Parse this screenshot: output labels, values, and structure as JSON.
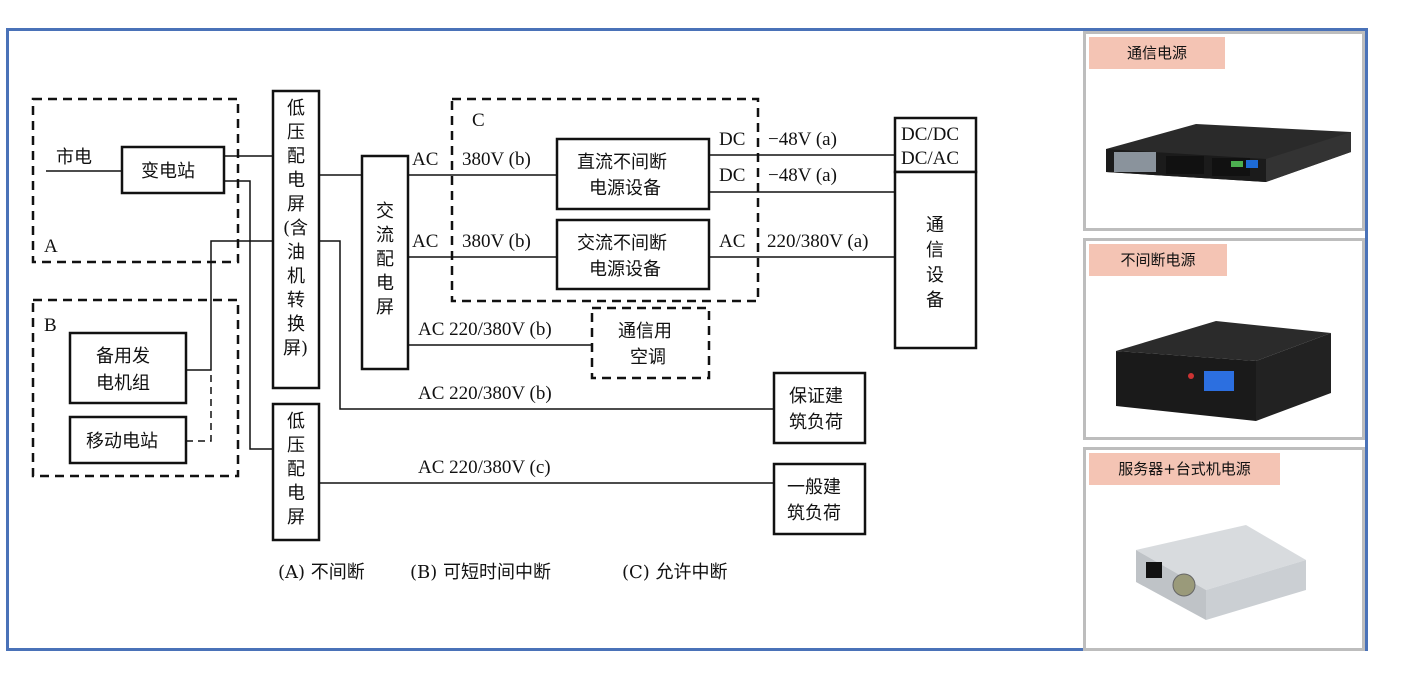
{
  "diagram": {
    "zones": {
      "A": {
        "label": "A"
      },
      "B": {
        "label": "B"
      },
      "C": {
        "label": "C"
      }
    },
    "nodes": {
      "mains": "市电",
      "substation": "变电站",
      "lv_panel_main": [
        "低",
        "压",
        "配",
        "电",
        "屏",
        "(含",
        "油",
        "机",
        "转",
        "换",
        "屏)"
      ],
      "lv_panel_2": [
        "低",
        "压",
        "配",
        "电",
        "屏"
      ],
      "backup_gen": [
        "备用发",
        "电机组"
      ],
      "mobile_station": "移动电站",
      "ac_panel": [
        "交",
        "流",
        "配",
        "电",
        "屏"
      ],
      "dc_ups": [
        "直流不间断",
        "电源设备"
      ],
      "ac_ups": [
        "交流不间断",
        "电源设备"
      ],
      "comm_ac": [
        "通信用",
        "空调"
      ],
      "converter": [
        "DC/DC",
        "DC/AC"
      ],
      "comm_equipment": [
        "通",
        "信",
        "设",
        "备"
      ],
      "guaranteed_load": [
        "保证建",
        "筑负荷"
      ],
      "general_load": [
        "一般建",
        "筑负荷"
      ]
    },
    "links": {
      "ac1_prefix": "AC",
      "ac1_value": "380V (b)",
      "ac2_prefix": "AC",
      "ac2_value": "380V (b)",
      "dc1_prefix": "DC",
      "dc1_value": "−48V (a)",
      "dc2_prefix": "DC",
      "dc2_value": "−48V (a)",
      "ac3_prefix": "AC",
      "ac3_value": "220/380V (a)",
      "ac_aircon": "AC 220/380V (b)",
      "ac_guaranteed": "AC 220/380V (b)",
      "ac_general": "AC 220/380V (c)"
    },
    "legend": {
      "a": "(A)  不间断",
      "b": "(B)  可短时间中断",
      "c": "(C)  允许中断"
    }
  },
  "cards": [
    {
      "title": "通信电源",
      "image": "rack-mount-telecom-power-supply"
    },
    {
      "title": "不间断电源",
      "image": "rack-mount-ups"
    },
    {
      "title": "服务器+台式机电源",
      "image": "server-psu"
    }
  ],
  "colors": {
    "frame": "#4a72b8",
    "card_label_bg": "#f4c4b4",
    "card_border": "#bdbdbd"
  }
}
